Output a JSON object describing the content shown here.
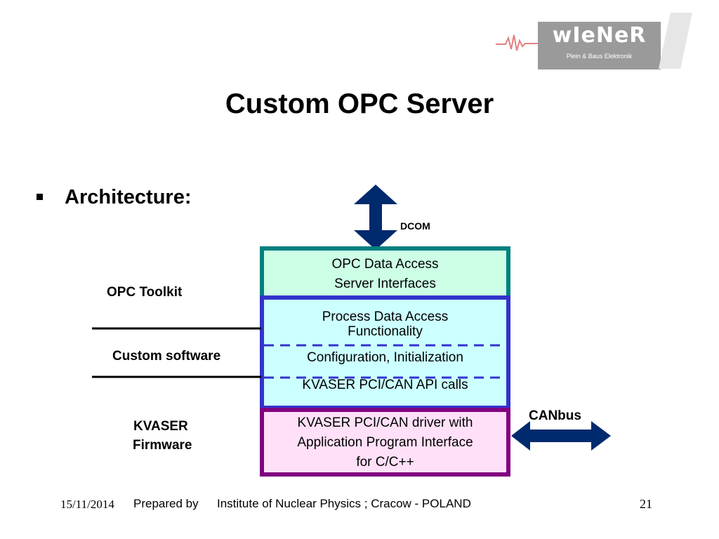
{
  "slide": {
    "title": "Custom OPC Server",
    "bullet": "Architecture:"
  },
  "logo": {
    "name": "wIeNeR",
    "tagline": "Plein & Baus Elektronik"
  },
  "diagram": {
    "dcom_label": "DCOM",
    "canbus_label": "CANbus",
    "left_labels": {
      "opc_toolkit": "OPC Toolkit",
      "custom_software": "Custom software",
      "kvaser_firmware_line1": "KVASER",
      "kvaser_firmware_line2": "Firmware"
    },
    "layers": {
      "opc_data_access_line1": "OPC Data Access",
      "opc_data_access_line2": "Server Interfaces",
      "process_data_line1": "Process Data Access",
      "process_data_line2": "Functionality",
      "configuration": "Configuration, Initialization",
      "api_calls": "KVASER PCI/CAN API calls",
      "driver_line1": "KVASER PCI/CAN driver with",
      "driver_line2": "Application Program Interface",
      "driver_line3": "for C/C++"
    },
    "colors": {
      "opc_fill": "#ccffe6",
      "opc_border": "#008080",
      "custom_fill": "#ccffff",
      "custom_border": "#3333cc",
      "driver_fill": "#ffe0f8",
      "driver_border": "#800080",
      "arrow": "#002a6e"
    }
  },
  "footer": {
    "date": "15/11/2014",
    "prepared_by": "Prepared by",
    "institute": "Institute of Nuclear Physics ; Cracow - POLAND",
    "page": "21"
  }
}
